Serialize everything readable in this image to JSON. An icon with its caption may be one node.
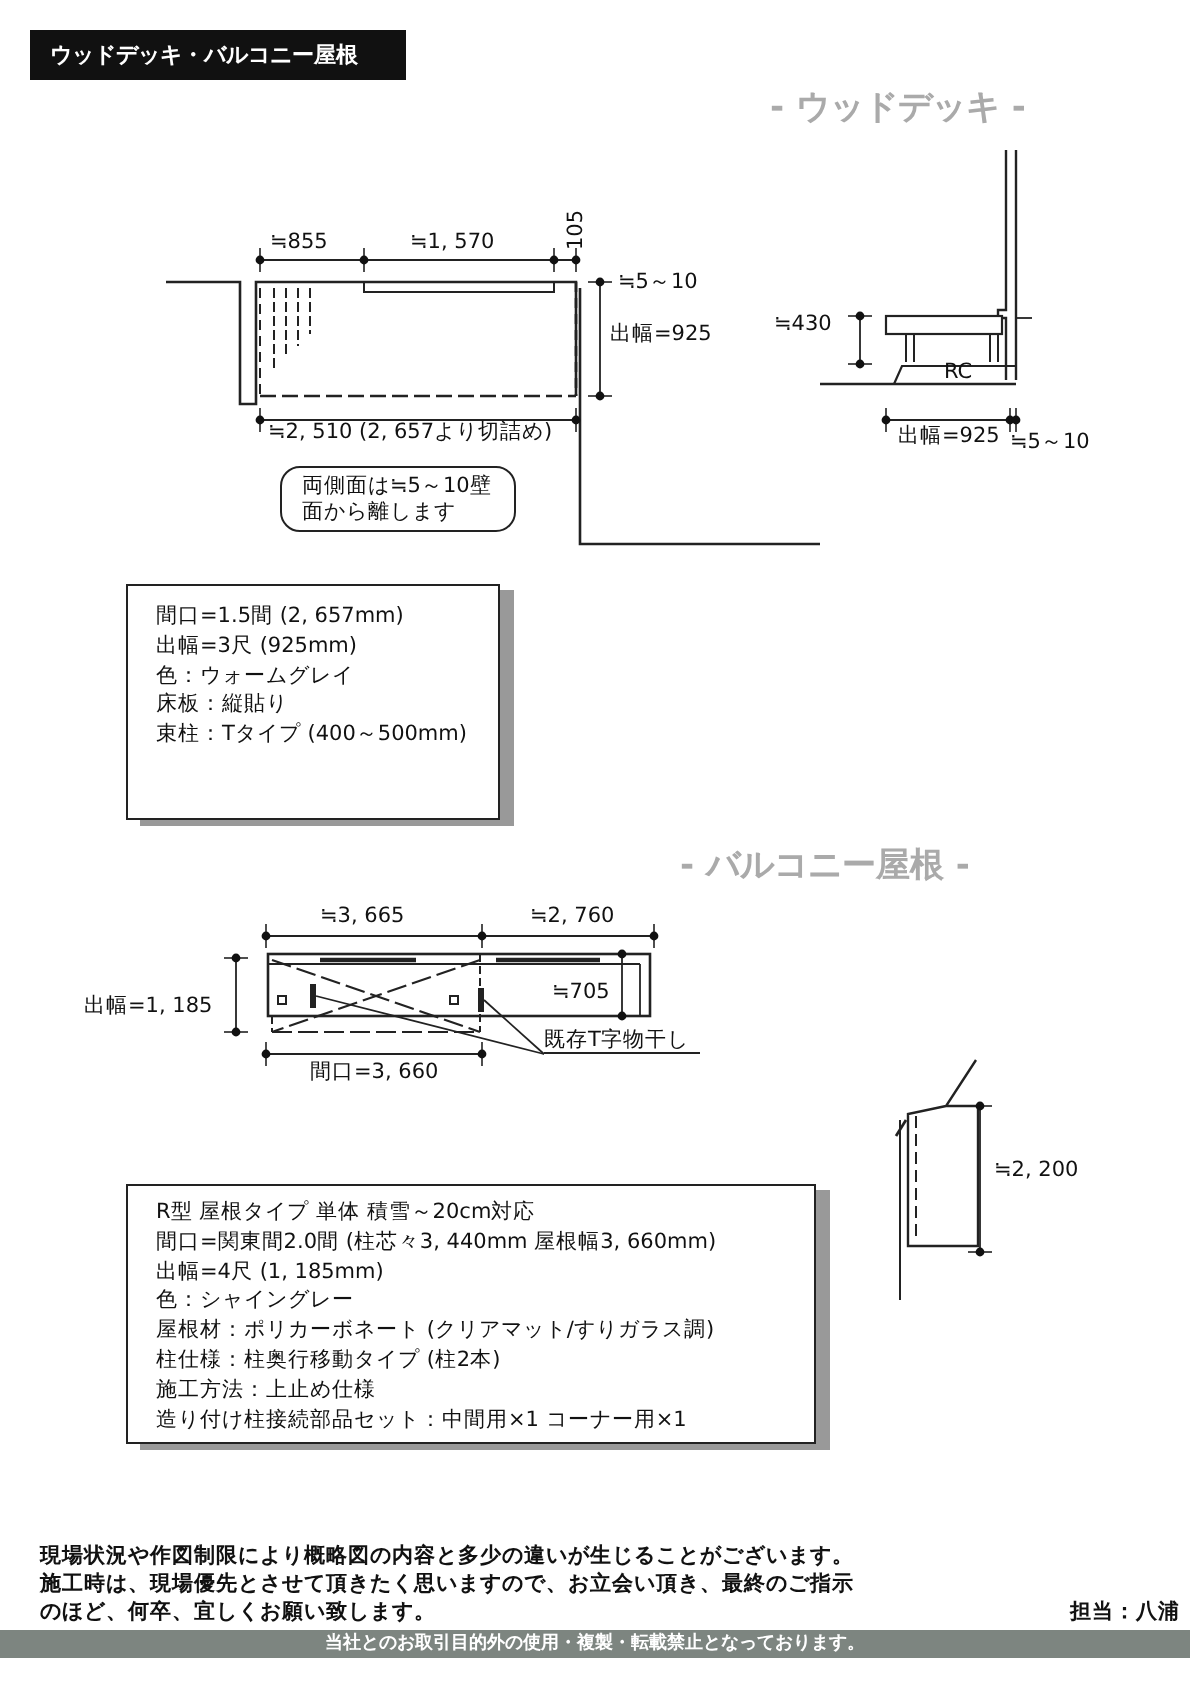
{
  "diagram": {
    "title": "ウッドデッキ・バルコニー屋根",
    "nodes": [
      {
        "text": [
          "間口=1.5間 (2, 657mm)",
          "出幅=3尺 (925mm)",
          "色：ウォームグレイ",
          "床板：縦貼り",
          "束柱：Tタイプ (400～500mm)"
        ]
      },
      {
        "text": [
          "両側面は≒5～10壁面から離します"
        ]
      },
      {
        "text": [
          "R型 屋根タイプ 単体 積雪～20cm対応",
          "間口=関東間2.0間 (柱芯々3, 440mm 屋根幅3, 660mm)",
          "出幅=4尺 (1, 185mm)",
          "色：シャイングレー",
          "屋根材：ポリカーボネート (クリアマット/すりガラス調)",
          "柱仕様：柱奥行移動タイプ (柱2本)",
          "施工方法：上止め仕様",
          "造り付け柱接続部品セット：中間用×1 コーナー用×1"
        ]
      },
      {
        "text": [
          "既存T字物干し"
        ]
      },
      {
        "text": [],
        "shape": "box"
      },
      {
        "text": [],
        "shape": "box"
      }
    ],
    "edges": [
      {
        "from": 3,
        "to": 5,
        "arrow": "none"
      },
      {
        "from": 3,
        "to": 4,
        "arrow": "none"
      }
    ],
    "labels": [
      "- ウッドデッキ -",
      "≒855",
      "≒1, 570",
      "105",
      "≒5～10",
      "出幅=925",
      "≒2, 510 (2, 657より切詰め)",
      "≒430",
      "RC",
      "出幅=925",
      "≒5～10",
      "- バルコニー屋根 -",
      "≒3, 665",
      "≒2, 760",
      "出幅=1, 185",
      "≒705",
      "間口=3, 660",
      "≒2, 200",
      "現場状況や作図制限により概略図の内容と多少の違いが生じることがございます。施工時は、現場優先とさせて頂きたく思いますので、お立会い頂き、最終のご指示のほど、何卒、宜しくお願い致します。",
      "担当：八浦",
      "当社とのお取引目的外の使用・複製・転載禁止となっております。"
    ]
  }
}
